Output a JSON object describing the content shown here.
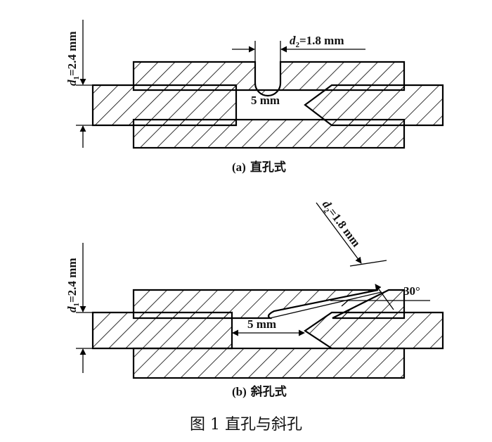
{
  "diagram_a": {
    "d1_label": "d",
    "d1_sub": "1",
    "d1_value": "=2.4 mm",
    "d2_label": "d",
    "d2_sub": "2",
    "d2_value": "=1.8 mm",
    "length_label": "5 mm",
    "caption_prefix": "(a)",
    "caption_text": "直孔式"
  },
  "diagram_b": {
    "d1_label": "d",
    "d1_sub": "1",
    "d1_value": "=2.4 mm",
    "d2_label": "d",
    "d2_sub": "2",
    "d2_value": "=1.8 mm",
    "angle_label": "30°",
    "length_label": "5 mm",
    "caption_prefix": "(b)",
    "caption_text": "斜孔式"
  },
  "figure_caption": "图 1  直孔与斜孔"
}
